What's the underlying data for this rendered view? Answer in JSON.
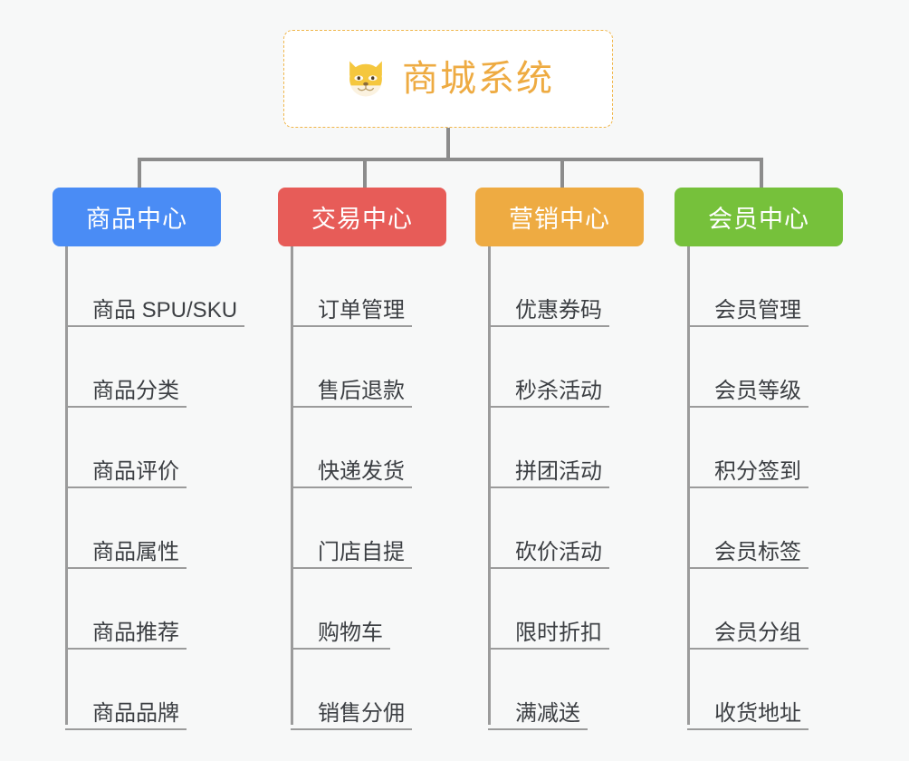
{
  "diagram": {
    "title": "商城系统",
    "root_icon": "shiba-dog-emoji",
    "background": "#f7f8f8",
    "connector_color": "#8c8c8c",
    "root_border_color": "#f0b64a",
    "root_text_color": "#eeab42"
  },
  "columns": [
    {
      "id": "product-center",
      "label": "商品中心",
      "color": "#4a8cf5",
      "items": [
        {
          "label": "商品 SPU/SKU"
        },
        {
          "label": "商品分类"
        },
        {
          "label": "商品评价"
        },
        {
          "label": "商品属性"
        },
        {
          "label": "商品推荐"
        },
        {
          "label": "商品品牌"
        }
      ]
    },
    {
      "id": "trade-center",
      "label": "交易中心",
      "color": "#e75c58",
      "items": [
        {
          "label": "订单管理"
        },
        {
          "label": "售后退款"
        },
        {
          "label": "快递发货"
        },
        {
          "label": "门店自提"
        },
        {
          "label": "购物车"
        },
        {
          "label": "销售分佣"
        }
      ]
    },
    {
      "id": "marketing-center",
      "label": "营销中心",
      "color": "#eeab42",
      "items": [
        {
          "label": "优惠券码"
        },
        {
          "label": "秒杀活动"
        },
        {
          "label": "拼团活动"
        },
        {
          "label": "砍价活动"
        },
        {
          "label": "限时折扣"
        },
        {
          "label": "满减送"
        }
      ]
    },
    {
      "id": "member-center",
      "label": "会员中心",
      "color": "#76c13b",
      "items": [
        {
          "label": "会员管理"
        },
        {
          "label": "会员等级"
        },
        {
          "label": "积分签到"
        },
        {
          "label": "会员标签"
        },
        {
          "label": "会员分组"
        },
        {
          "label": "收货地址"
        }
      ]
    }
  ]
}
